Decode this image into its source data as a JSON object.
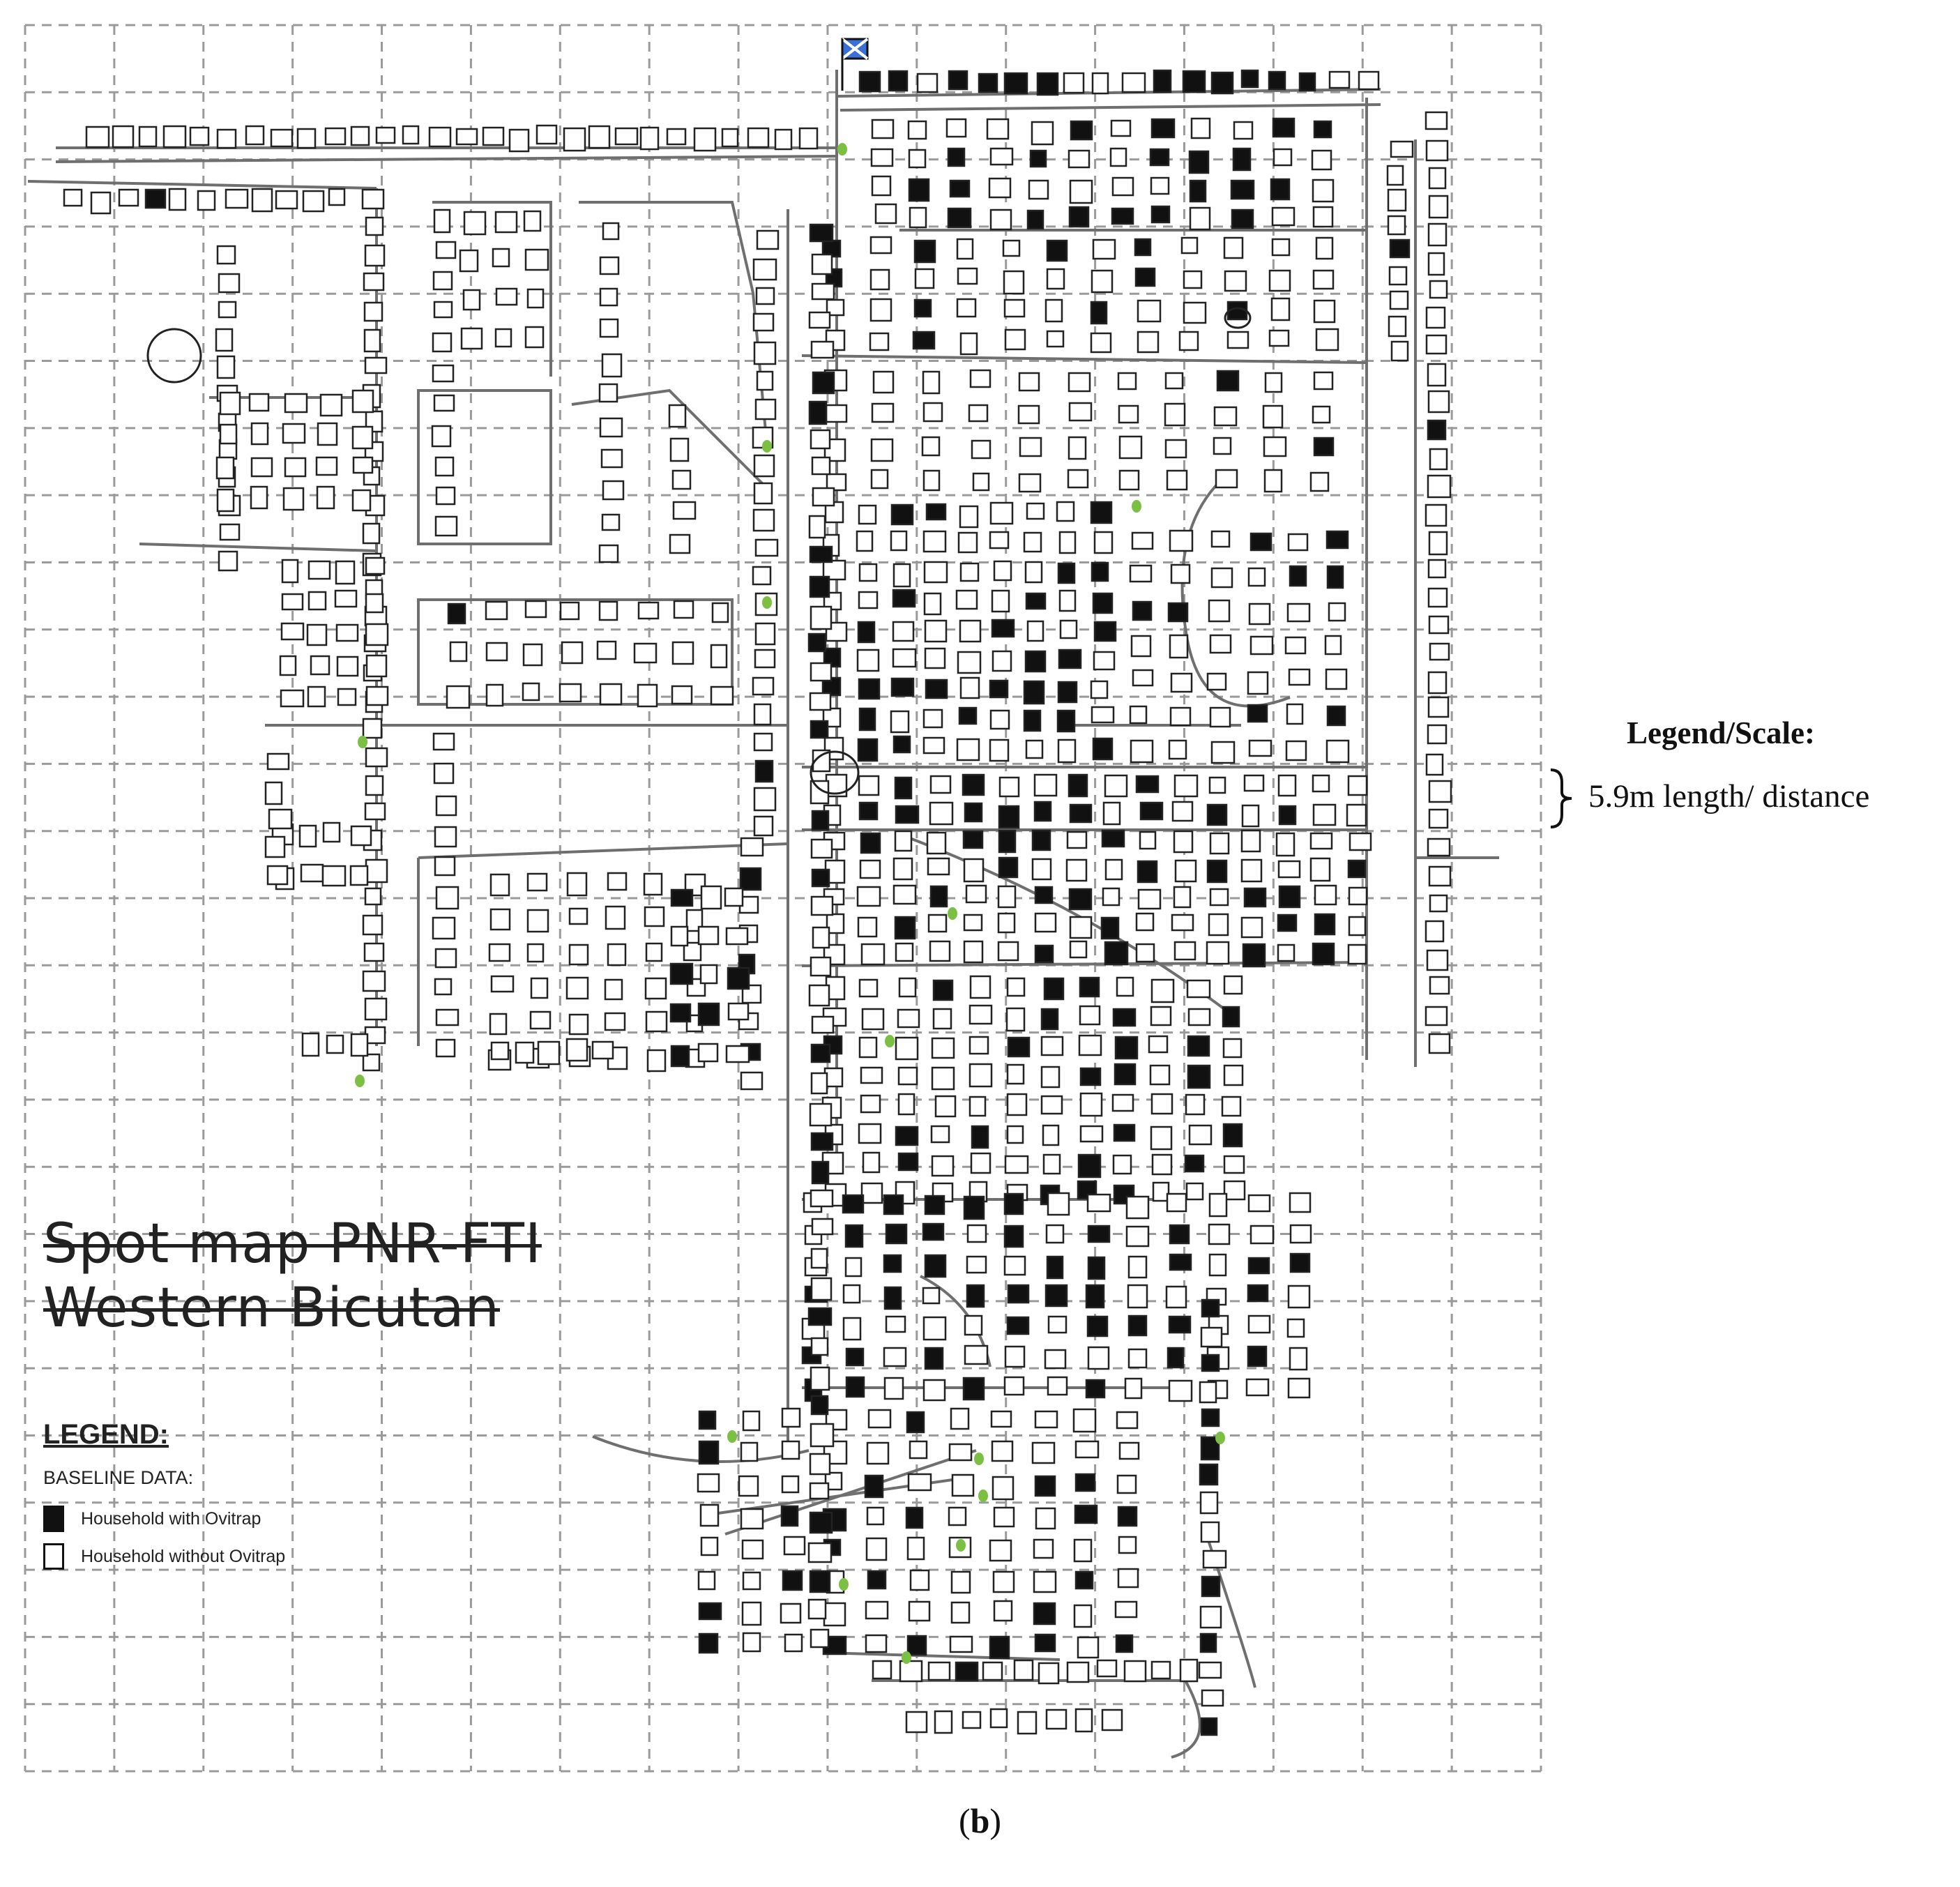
{
  "map": {
    "title_line1": "Spot map PNR-FTI",
    "title_line2": "Western Bicutan",
    "grid": "dashed"
  },
  "legend": {
    "heading": "LEGEND:",
    "subheading": "BASELINE DATA:",
    "items": [
      {
        "label": "Household with Ovitrap",
        "symbol": "filled-square"
      },
      {
        "label": "Household without Ovitrap",
        "symbol": "empty-square"
      }
    ]
  },
  "scale": {
    "heading": "Legend/Scale:",
    "text": "5.9m length/ distance"
  },
  "caption": {
    "open": "(",
    "letter": "b",
    "close": ")"
  },
  "colors": {
    "household_with_ovitrap": "#111111",
    "household_without_ovitrap": "#ffffff",
    "trees": "#7bc043",
    "marker": "#3a6fd8"
  },
  "icons": [
    "marker-icon",
    "tree-icon",
    "bracket-icon"
  ]
}
